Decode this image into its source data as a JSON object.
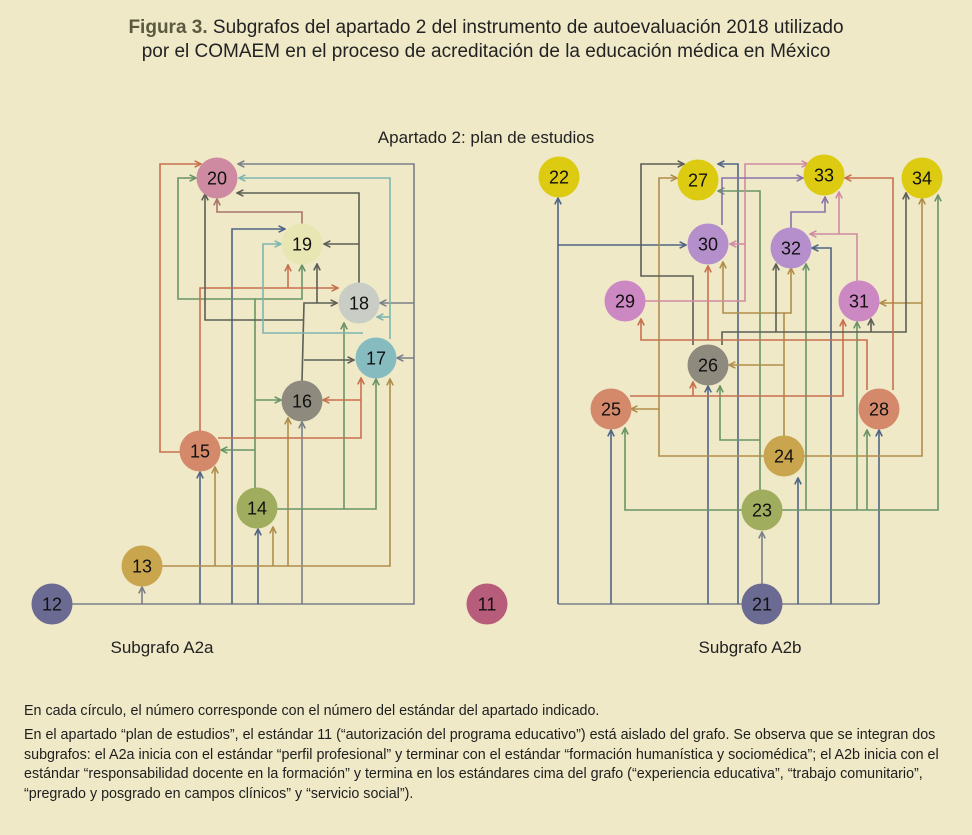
{
  "title": {
    "label": "Figura 3.",
    "text_line1": " Subgrafos del apartado 2 del instrumento de autoevaluación 2018 utilizado",
    "text_line2": "por el COMAEM en el proceso de acreditación de la educación médica en México"
  },
  "diagram": {
    "heading": "Apartado 2: plan de estudios",
    "subgraph_a_label": "Subgrafo A2a",
    "subgraph_b_label": "Subgrafo A2b",
    "nodes": [
      {
        "id": "12",
        "color": "#6b6a93"
      },
      {
        "id": "13",
        "color": "#c9a54e"
      },
      {
        "id": "14",
        "color": "#a0ad5e"
      },
      {
        "id": "15",
        "color": "#d4896b"
      },
      {
        "id": "16",
        "color": "#8e8b7e"
      },
      {
        "id": "17",
        "color": "#86bcc0"
      },
      {
        "id": "18",
        "color": "#c9cdc5"
      },
      {
        "id": "19",
        "color": "#e8e6b3"
      },
      {
        "id": "20",
        "color": "#cd8aa0"
      },
      {
        "id": "11",
        "color": "#b85c7b"
      },
      {
        "id": "21",
        "color": "#6b6a93"
      },
      {
        "id": "22",
        "color": "#dccb10"
      },
      {
        "id": "23",
        "color": "#a0ad5e"
      },
      {
        "id": "24",
        "color": "#c9a54e"
      },
      {
        "id": "25",
        "color": "#d4896b"
      },
      {
        "id": "26",
        "color": "#8e8b7e"
      },
      {
        "id": "27",
        "color": "#dccb10"
      },
      {
        "id": "28",
        "color": "#d4896b"
      },
      {
        "id": "29",
        "color": "#cc88c2"
      },
      {
        "id": "30",
        "color": "#b48fcc"
      },
      {
        "id": "31",
        "color": "#cc88c2"
      },
      {
        "id": "32",
        "color": "#b48fcc"
      },
      {
        "id": "33",
        "color": "#dccb10"
      },
      {
        "id": "34",
        "color": "#dccb10"
      }
    ]
  },
  "footnotes": {
    "note1": "En cada círculo, el número corresponde con el número del estándar del apartado indicado.",
    "note2": "En el apartado “plan de estudios”, el estándar 11 (“autorización del programa educativo”) está aislado del grafo. Se observa que se integran dos subgrafos: el A2a inicia con el estándar “perfil profesional” y terminar con el estándar “formación humanística y sociomédica”; el A2b inicia con el estándar “responsabilidad docente en la formación” y termina en los estándares cima del grafo (“experiencia educativa”, “trabajo comunitario”, “pregrado y posgrado en campos clínicos” y “servicio social”)."
  }
}
